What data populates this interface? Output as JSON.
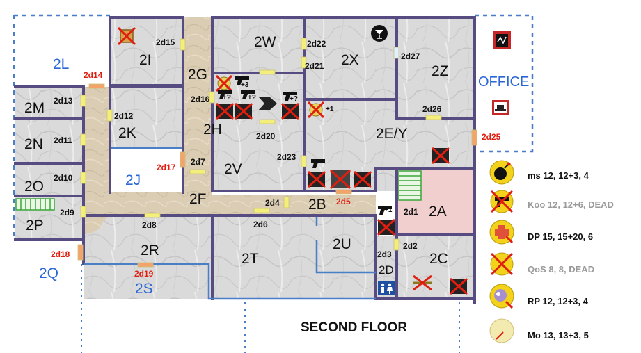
{
  "title": "SECOND FLOOR",
  "colors": {
    "wall": "#574c82",
    "floor": "#d8d8d8",
    "hall": "#d9cbb0",
    "door": "#f4ee7a",
    "blue_line": "#4a7fc8",
    "red_text": "#e01e10",
    "blue_text": "#2a66d6",
    "room_2a": "#f2cfcf"
  },
  "rooms": {
    "r2I": "2I",
    "r2G": "2G",
    "r2W": "2W",
    "r2X": "2X",
    "r2Z": "2Z",
    "r2M": "2M",
    "r2K": "2K",
    "r2H": "2H",
    "r2EY": "2E/Y",
    "r2N": "2N",
    "r2V": "2V",
    "r2O": "2O",
    "r2J": "2J",
    "r2F": "2F",
    "r2B": "2B",
    "r2A": "2A",
    "r2P": "2P",
    "r2U": "2U",
    "r2R": "2R",
    "r2T": "2T",
    "r2C": "2C",
    "r2D": "2D",
    "r2Q": "2Q",
    "r2S": "2S",
    "r2L": "2L",
    "office": "OFFICE"
  },
  "doors": {
    "d15": "2d15",
    "d22": "2d22",
    "d27": "2d27",
    "d14": "2d14",
    "d21": "2d21",
    "d13": "2d13",
    "d16": "2d16",
    "d12": "2d12",
    "d26": "2d26",
    "d11": "2d11",
    "d20": "2d20",
    "d25": "2d25",
    "d23": "2d23",
    "d7": "2d7",
    "d17": "2d17",
    "d10": "2d10",
    "d5": "2d5",
    "d4": "2d4",
    "d9": "2d9",
    "d1": "2d1",
    "d8": "2d8",
    "d6": "2d6",
    "d2": "2d2",
    "d3": "2d3",
    "d18": "2d18",
    "d19": "2d19"
  },
  "markers": {
    "m1": "+3",
    "m2": "+?",
    "m3": "+?",
    "m4": "+?",
    "m5": "+1",
    "m6": "+1"
  },
  "legend": [
    {
      "text": "ms 12, 12+3, 4",
      "dead": false,
      "icon": "bomb-icon"
    },
    {
      "text": "Koo 12, 12+6, DEAD",
      "dead": true,
      "icon": "crossed-gun-icon"
    },
    {
      "text": "DP 15, 15+20, 6",
      "dead": false,
      "icon": "medic-icon"
    },
    {
      "text": "QoS 8, 8, DEAD",
      "dead": true,
      "icon": "crossed-swords-icon"
    },
    {
      "text": "RP  12, 12+3, 4",
      "dead": false,
      "icon": "psionic-icon"
    },
    {
      "text": "Mo 13, 13+3, 5",
      "dead": false,
      "icon": "blank-token-icon"
    }
  ]
}
